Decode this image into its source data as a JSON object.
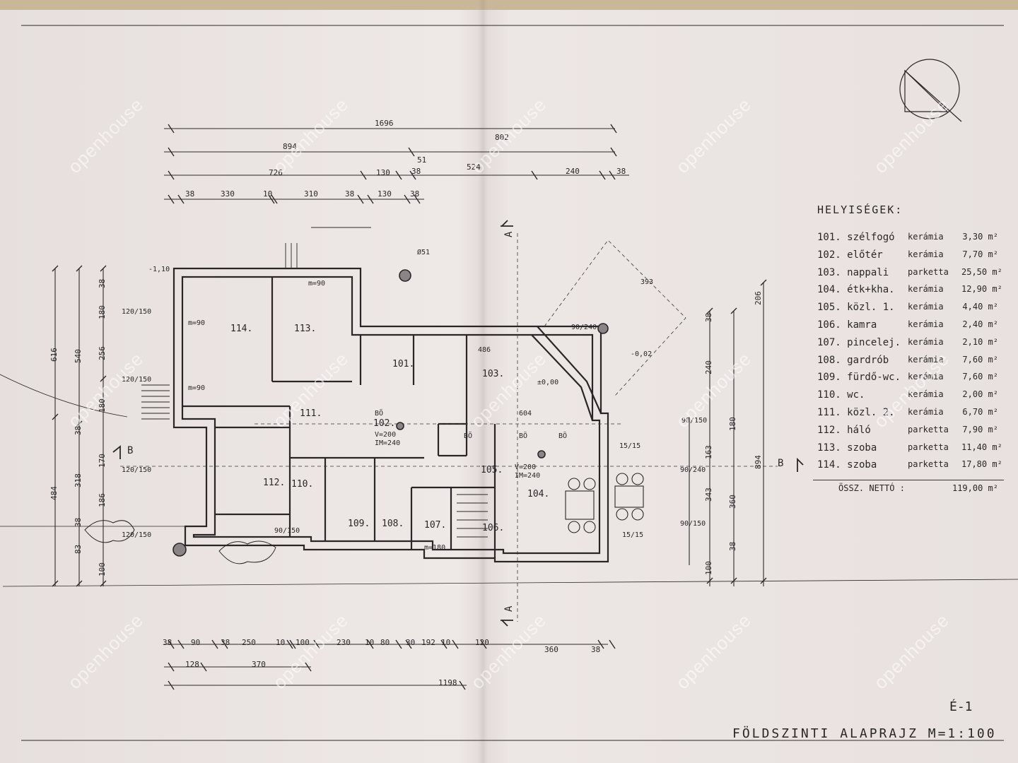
{
  "legend": {
    "title": "HELYISÉGEK:",
    "rooms": [
      {
        "no": "101.",
        "name": "szélfogó",
        "material": "kerámia",
        "area": "3,30 m²"
      },
      {
        "no": "102.",
        "name": "előtér",
        "material": "kerámia",
        "area": "7,70 m²"
      },
      {
        "no": "103.",
        "name": "nappali",
        "material": "parketta",
        "area": "25,50 m²"
      },
      {
        "no": "104.",
        "name": "étk+kha.",
        "material": "kerámia",
        "area": "12,90 m²"
      },
      {
        "no": "105.",
        "name": "közl. 1.",
        "material": "kerámia",
        "area": "4,40 m²"
      },
      {
        "no": "106.",
        "name": "kamra",
        "material": "kerámia",
        "area": "2,40 m²"
      },
      {
        "no": "107.",
        "name": "pincelej.",
        "material": "kerámia",
        "area": "2,10 m²"
      },
      {
        "no": "108.",
        "name": "gardrób",
        "material": "kerámia",
        "area": "7,60 m²"
      },
      {
        "no": "109.",
        "name": "fürdő-wc.",
        "material": "kerámia",
        "area": "7,60 m²"
      },
      {
        "no": "110.",
        "name": "wc.",
        "material": "kerámia",
        "area": "2,00 m²"
      },
      {
        "no": "111.",
        "name": "közl. 2.",
        "material": "kerámia",
        "area": "6,70 m²"
      },
      {
        "no": "112.",
        "name": "háló",
        "material": "parketta",
        "area": "7,90 m²"
      },
      {
        "no": "113.",
        "name": "szoba",
        "material": "parketta",
        "area": "11,40 m²"
      },
      {
        "no": "114.",
        "name": "szoba",
        "material": "parketta",
        "area": "17,80 m²"
      }
    ],
    "total_label": "ÖSSZ. NETTÓ :",
    "total_value": "119,00 m²"
  },
  "sheet": {
    "number": "É-1",
    "title": "FÖLDSZINTI ALAPRAJZ M=1:100"
  },
  "watermark": "openhouse",
  "room_labels": [
    "114.",
    "113.",
    "112.",
    "111.",
    "110.",
    "109.",
    "108.",
    "107.",
    "106.",
    "105.",
    "104.",
    "103.",
    "102.",
    "101."
  ],
  "section_marks": {
    "a": "A",
    "b": "B"
  },
  "dims_top": {
    "total": "1696",
    "row2": [
      "894",
      "802"
    ],
    "row3": [
      "726",
      "130",
      "38",
      "51",
      "524",
      "240",
      "38"
    ],
    "row4": [
      "38",
      "330",
      "10",
      "310",
      "38",
      "130",
      "38"
    ]
  },
  "dims_bottom": {
    "row1": [
      "38",
      "90",
      "38",
      "250",
      "10",
      "100",
      "230",
      "10",
      "80",
      "30",
      "192",
      "10",
      "120",
      "360",
      "38"
    ],
    "row2": [
      "128",
      "370"
    ],
    "total": "1198"
  },
  "dims_left": {
    "outer": [
      "616",
      "484"
    ],
    "mid": [
      "540",
      "318"
    ],
    "inner": [
      "38",
      "180",
      "256",
      "180",
      "38",
      "170",
      "186",
      "38",
      "83",
      "100"
    ]
  },
  "dims_right": {
    "outer": [
      "206",
      "894"
    ],
    "inner": [
      "38",
      "240",
      "180",
      "163",
      "343",
      "360",
      "38",
      "100"
    ]
  },
  "openings": [
    "120/150",
    "120/150",
    "120/150",
    "120/150",
    "90/150",
    "90/150",
    "90/150",
    "90/240",
    "90/240"
  ],
  "levels": [
    "±0,00",
    "-0,02",
    "-1,10"
  ],
  "annotations": [
    "m=90",
    "m=90",
    "m=90",
    "m=180",
    "BÖ",
    "BÖ",
    "BÖ",
    "BÖ",
    "V=200",
    "IM=240",
    "V=200",
    "IM=240",
    "15/15",
    "15/15",
    "604",
    "486",
    "393",
    "Ø51"
  ]
}
